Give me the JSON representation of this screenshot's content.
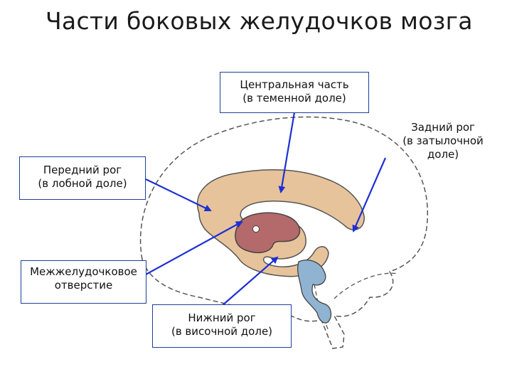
{
  "title": "Части боковых желудочков мозга",
  "labels": {
    "central": "Центральная часть\n(в теменной доле)",
    "posterior": "Задний рог\n(в затылочной\nдоле)",
    "anterior": "Передний рог\n(в лобной доле)",
    "foramen": "Межжелудочковое\nотверстие",
    "inferior": "Нижний рог\n(в височной доле)"
  },
  "colors": {
    "ventricle": "#e7c39b",
    "thalamus": "#b46a6a",
    "third_ventricle": "#8fb3d1",
    "arrow": "#1c2fd6",
    "outline": "#555555"
  }
}
